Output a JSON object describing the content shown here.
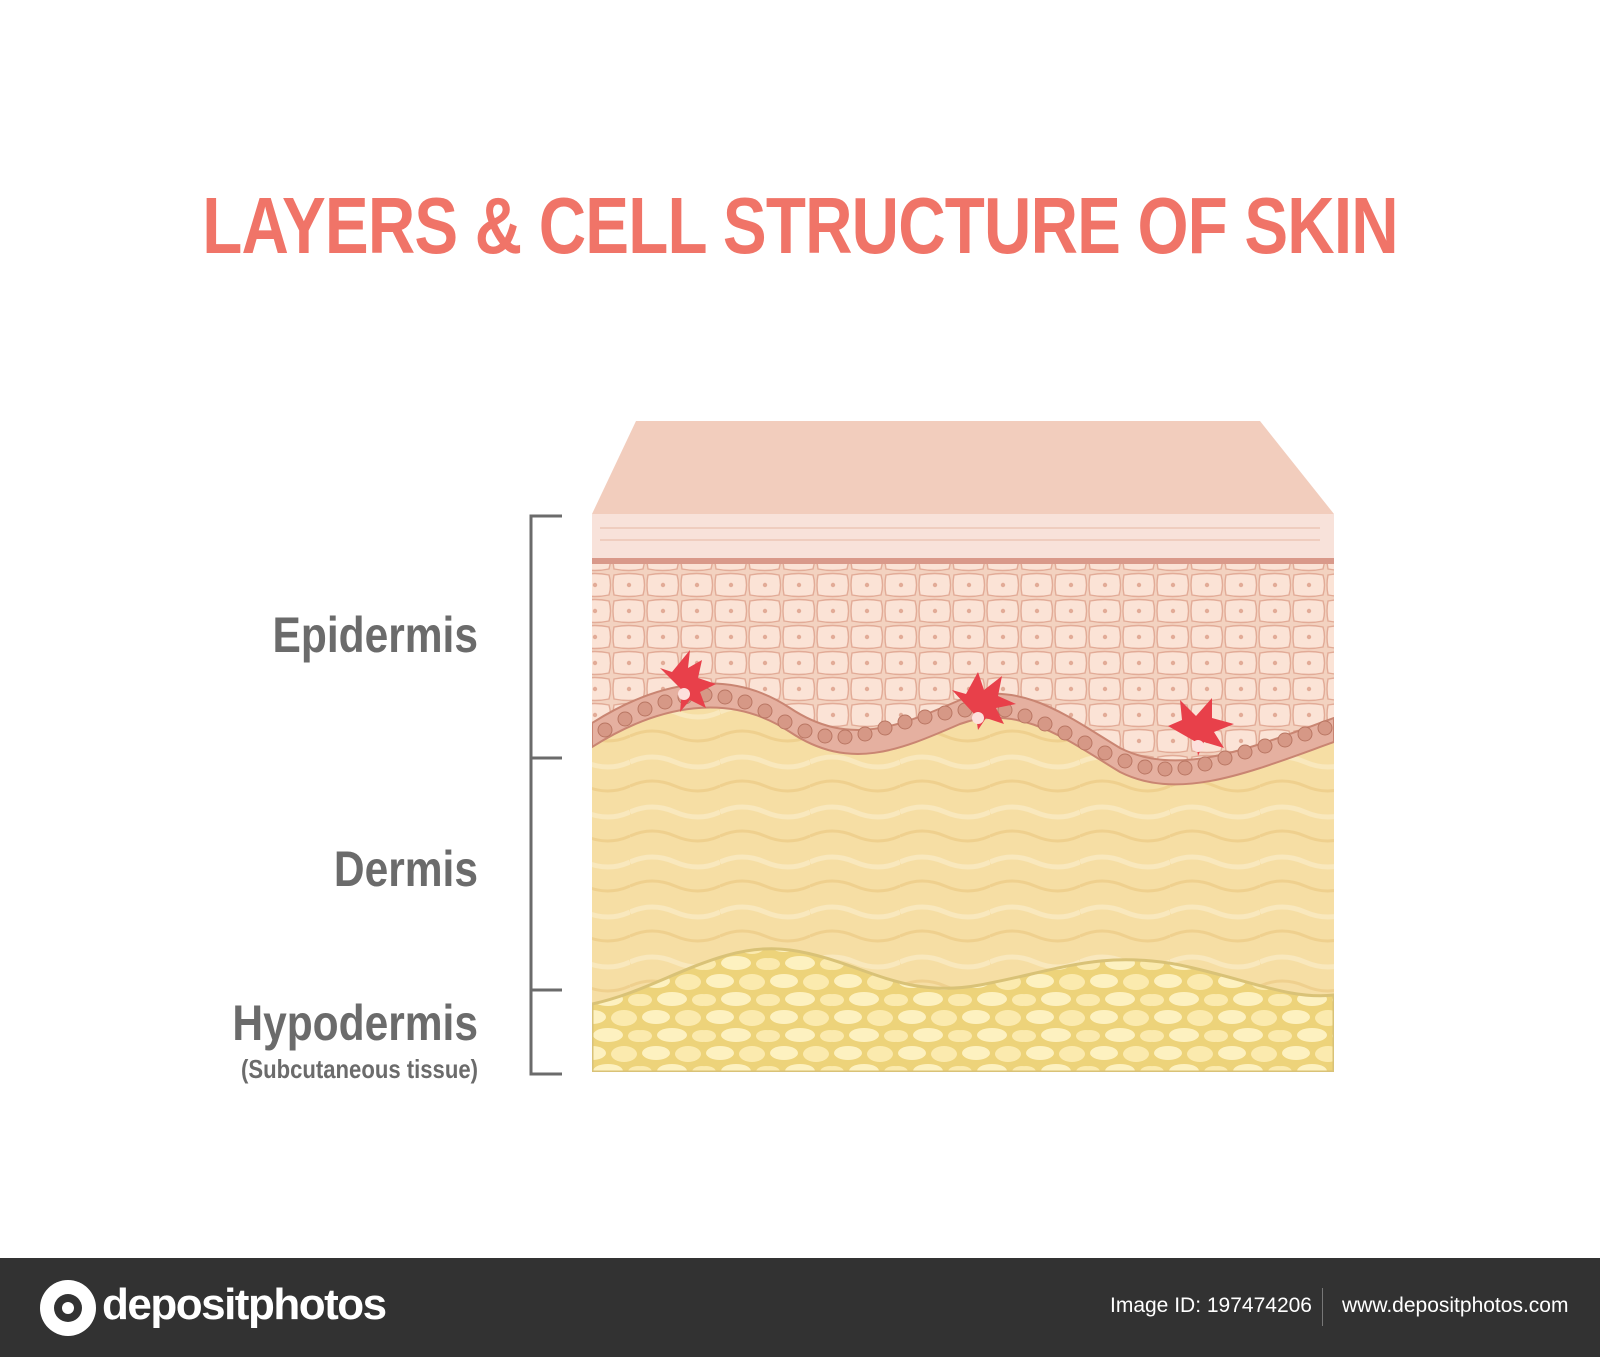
{
  "title": "LAYERS & CELL STRUCTURE OF SKIN",
  "labels": {
    "epidermis": "Epidermis",
    "dermis": "Dermis",
    "hypodermis": "Hypodermis",
    "hypodermis_sub": "(Subcutaneous tissue)"
  },
  "footer": {
    "brand": "depositphotos",
    "image_id": "Image ID: 197474206",
    "site": "www.depositphotos.com"
  },
  "colors": {
    "title": "#f07468",
    "label": "#6b6b6b",
    "skin_top": "#f2cdbd",
    "epidermis": "#f3d2c0",
    "basal": "#e5b0a0",
    "melanocyte": "#e8404a",
    "dermis": "#f6dea4",
    "hypodermis": "#f6e28e",
    "footer_bg": "#323232"
  }
}
